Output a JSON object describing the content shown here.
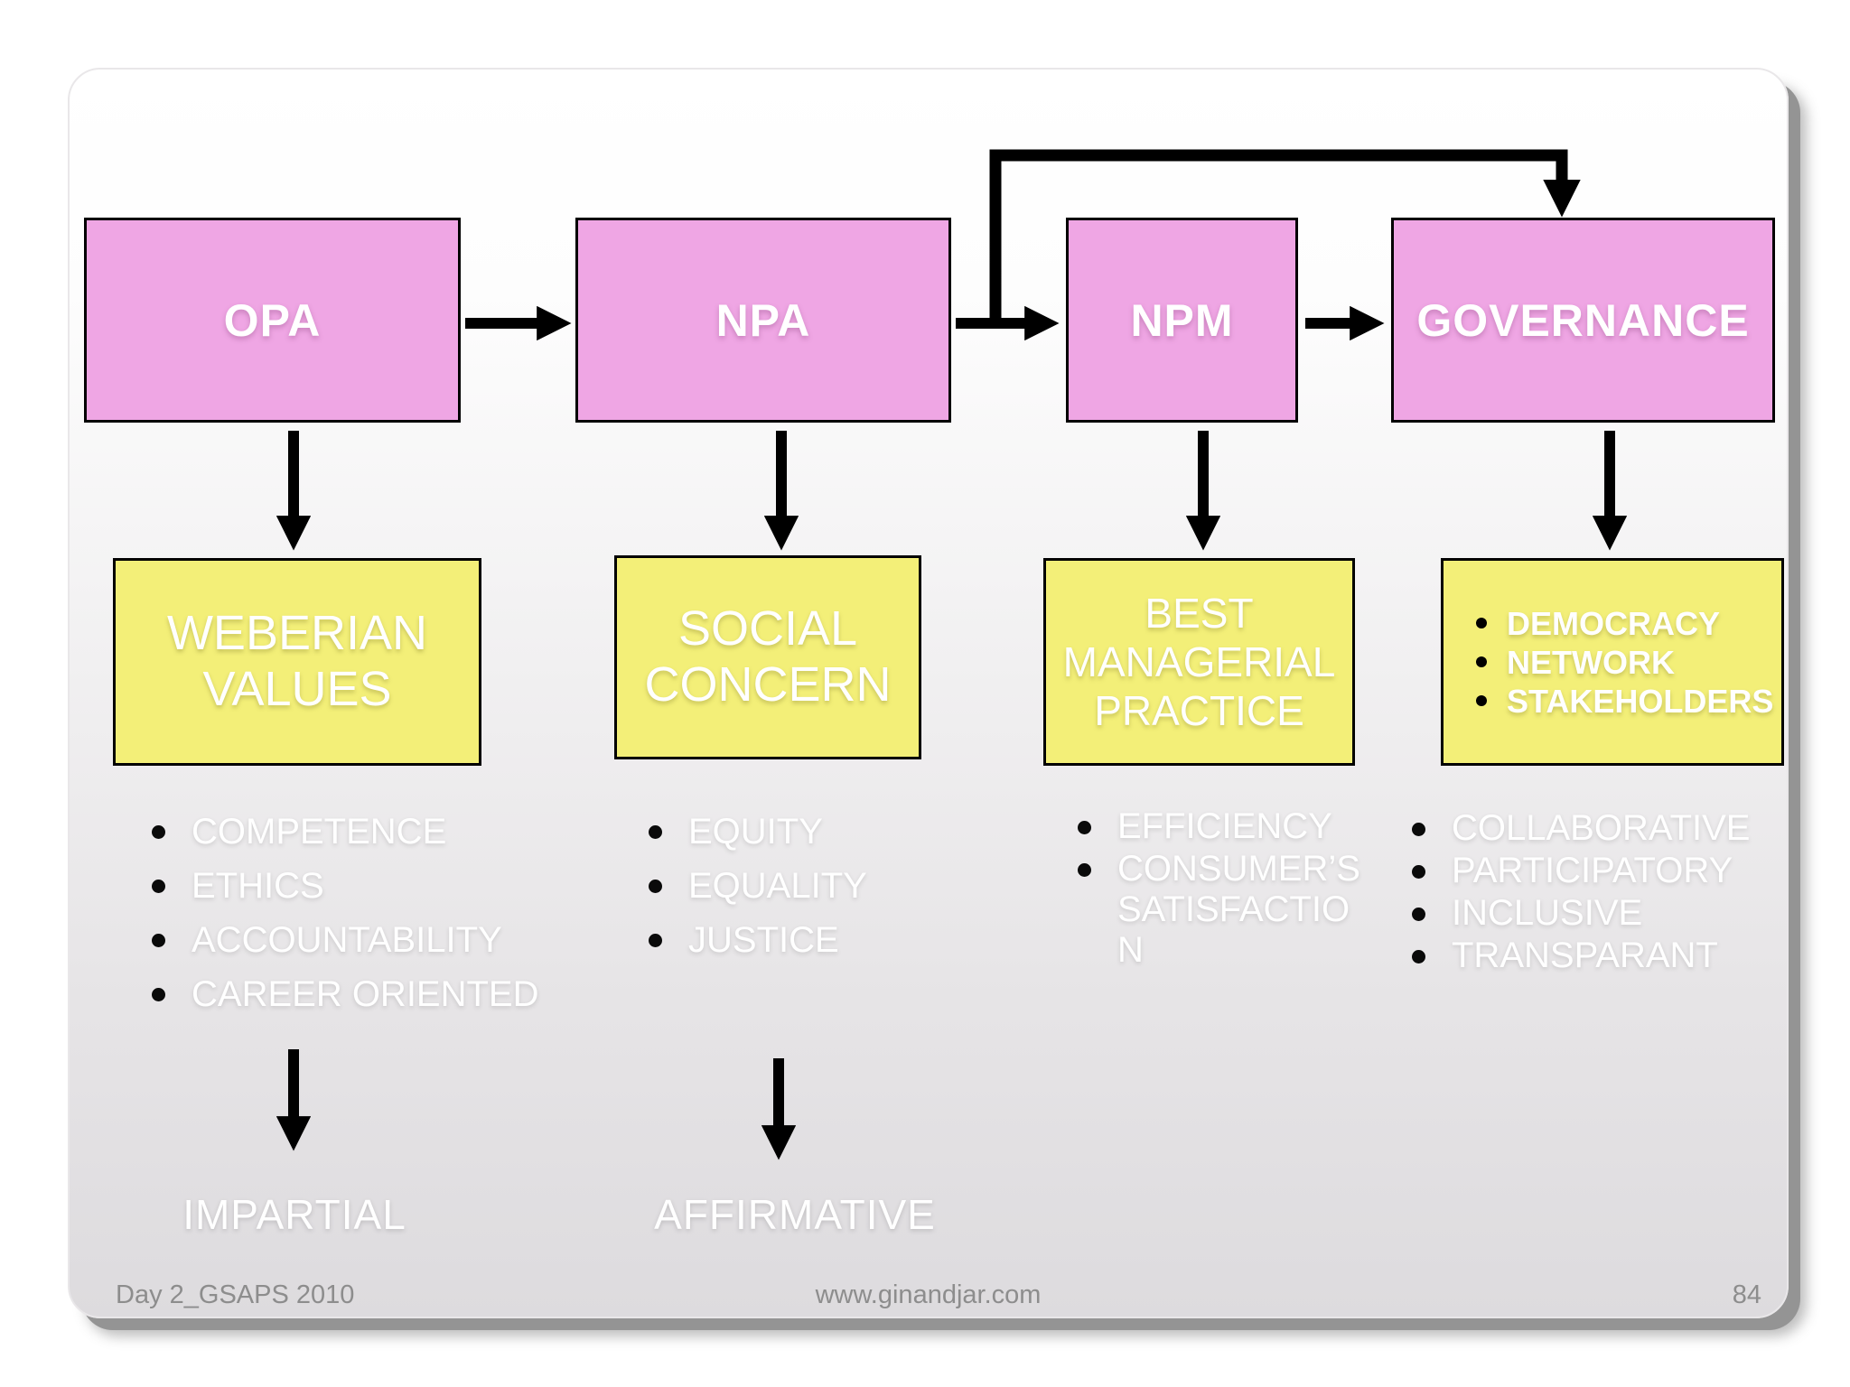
{
  "slide": {
    "footer": {
      "left": "Day 2_GSAPS 2010",
      "center": "www.ginandjar.com",
      "page_number": "84"
    }
  },
  "colors": {
    "node_pink": "#efa6e4",
    "box_yellow": "#f3ef78",
    "arrow_black": "#000000",
    "text_white": "#ffffff",
    "footer_gray": "#8d8d8d"
  },
  "diagram": {
    "flow": [
      {
        "id": "opa",
        "label": "OPA"
      },
      {
        "id": "npa",
        "label": "NPA"
      },
      {
        "id": "npm",
        "label": "NPM"
      },
      {
        "id": "governance",
        "label": "GOVERNANCE"
      }
    ],
    "connections": [
      {
        "from": "OPA",
        "to": "NPA"
      },
      {
        "from": "NPA",
        "to": "NPM"
      },
      {
        "from": "NPA",
        "to": "GOVERNANCE"
      },
      {
        "from": "NPM",
        "to": "GOVERNANCE"
      },
      {
        "from": "OPA",
        "to": "WEBERIAN VALUES"
      },
      {
        "from": "NPA",
        "to": "SOCIAL CONCERN"
      },
      {
        "from": "NPM",
        "to": "BEST MANAGERIAL PRACTICE"
      },
      {
        "from": "GOVERNANCE",
        "to": "DEMOCRACY / NETWORK / STAKEHOLDERS"
      },
      {
        "from": "WEBERIAN VALUES list",
        "to": "IMPARTIAL"
      },
      {
        "from": "SOCIAL CONCERN list",
        "to": "AFFIRMATIVE"
      }
    ],
    "columns": [
      {
        "box_label": "WEBERIAN VALUES",
        "items": [
          "COMPETENCE",
          "ETHICS",
          "ACCOUNTABILITY",
          "CAREER ORIENTED"
        ],
        "result": "IMPARTIAL"
      },
      {
        "box_label": "SOCIAL CONCERN",
        "items": [
          "EQUITY",
          "EQUALITY",
          "JUSTICE"
        ],
        "result": "AFFIRMATIVE"
      },
      {
        "box_label": "BEST MANAGERIAL PRACTICE",
        "items": [
          "EFFICIENCY",
          "CONSUMER’S\nSATISFACTIO\nN"
        ]
      },
      {
        "box_items": [
          "DEMOCRACY",
          "NETWORK",
          "STAKEHOLDERS"
        ],
        "items": [
          "COLLABORATIVE",
          "PARTICIPATORY",
          "INCLUSIVE",
          "TRANSPARANT"
        ]
      }
    ]
  }
}
